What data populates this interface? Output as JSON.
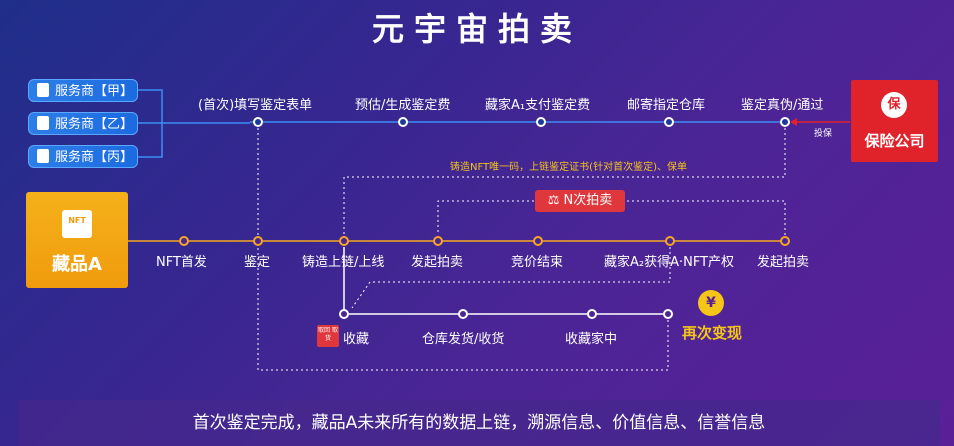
{
  "title": "元宇宙拍卖",
  "service_providers": [
    "服务商【甲】",
    "服务商【乙】",
    "服务商【丙】"
  ],
  "top_steps": [
    "(首次)填写鉴定表单",
    "预估/生成鉴定费",
    "藏家A₁支付鉴定费",
    "邮寄指定仓库",
    "鉴定真伪/通过"
  ],
  "insurance": {
    "label": "保险公司",
    "badge": "保",
    "action": "投保"
  },
  "collectible": {
    "tag": "NFT",
    "name": "藏品A"
  },
  "cast_note": "铸造NFT唯一码，上链鉴定证书(针对首次鉴定)、保单",
  "n_auction": "N次拍卖",
  "main_steps": [
    "NFT首发",
    "鉴定",
    "铸造上链/上线",
    "发起拍卖",
    "竞价结束",
    "藏家A₂获得A·NFT产权",
    "发起拍卖"
  ],
  "bottom_steps": [
    "收藏",
    "仓库发货/收货",
    "收藏家中"
  ],
  "stamp": "取回\n取货",
  "cash_again": {
    "label": "再次变现",
    "icon": "¥"
  },
  "footer": "首次鉴定完成，藏品A未来所有的数据上链，溯源信息、价值信息、信誉信息",
  "colors": {
    "blue_line": "#3b8ef5",
    "orange_line": "#f5a623",
    "accent_red": "#e0222a",
    "gold": "#f5c518"
  }
}
